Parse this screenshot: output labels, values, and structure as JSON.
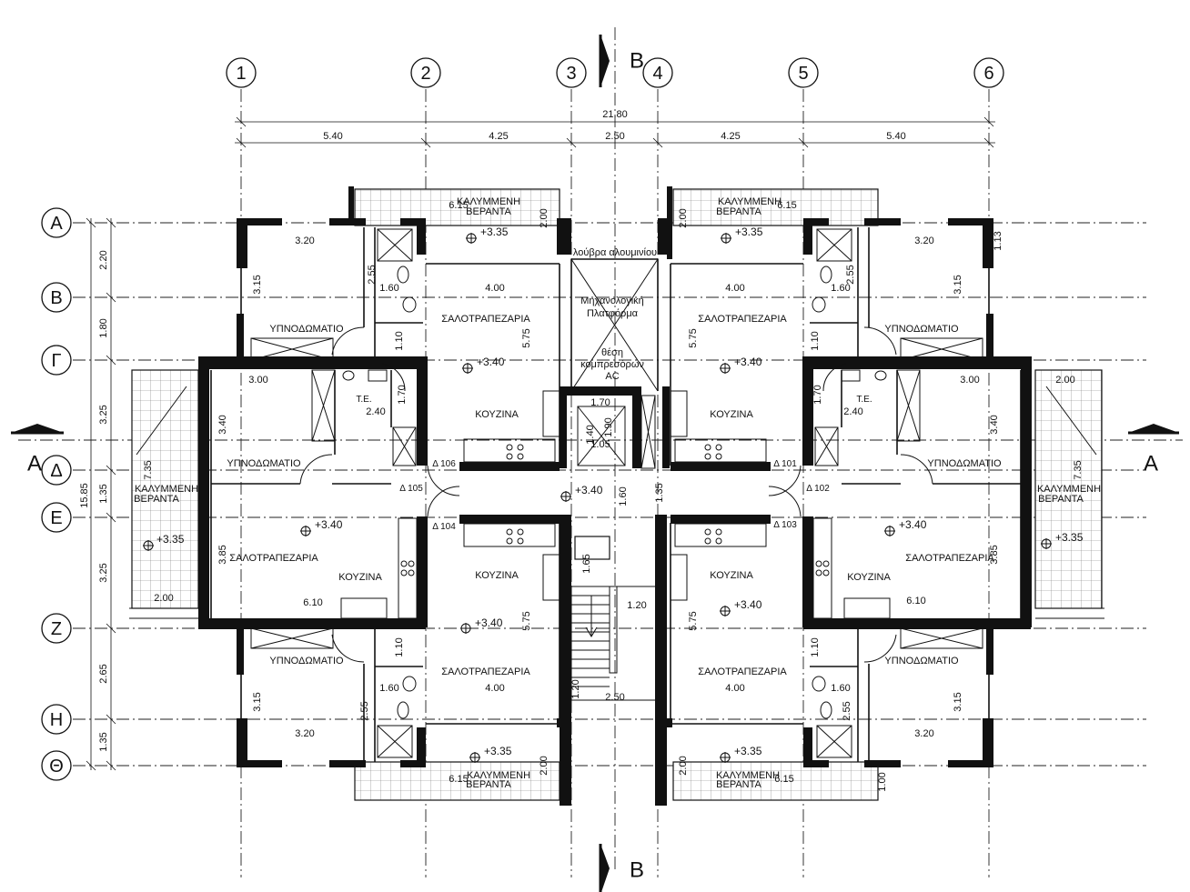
{
  "drawing": {
    "section_mark": "A",
    "section_mark_b": "B",
    "axes_vertical": [
      "1",
      "2",
      "3",
      "4",
      "5",
      "6"
    ],
    "axes_horizontal": [
      "Α",
      "Β",
      "Γ",
      "Δ",
      "Ε",
      "Ζ",
      "Η",
      "Θ"
    ],
    "dims_top": {
      "total": "21.80",
      "segments": [
        "5.40",
        "4.25",
        "2.50",
        "4.25",
        "5.40"
      ]
    },
    "dims_left": {
      "total": "15.85",
      "segments": [
        "2.20",
        "1.80",
        "3.25",
        "1.35",
        "3.25",
        "2.65",
        "1.35"
      ]
    },
    "rooms": {
      "veranda": "ΚΑΛΥΜΜΕΝΗ ΒΕΡΑΝΤΑ",
      "veranda_line1": "ΚΑΛΥΜΜΕΝΗ",
      "veranda_line2": "ΒΕΡΑΝΤΑ",
      "bedroom": "ΥΠΝΟΔΩΜΑΤΙΟ",
      "living": "ΣΑΛΟΤΡΑΠΕΖΑΡΙΑ",
      "kitchen": "ΚΟΥΖΙΝΑ",
      "louvre": "λούβρα αλουμινίου",
      "mech_line1": "Μηχανολογική",
      "mech_line2": "Πλατφόρμα",
      "comp_line1": "θέση",
      "comp_line2": "κομπρεσόρων",
      "comp_line3": "AC",
      "te": "T.E."
    },
    "levels": {
      "veranda": "+3.35",
      "floor": "+3.40"
    },
    "doors": [
      "Δ 106",
      "Δ 105",
      "Δ 104",
      "Δ 101",
      "Δ 102",
      "Δ 103"
    ],
    "inner_dims": {
      "d320": "3.20",
      "d315": "3.15",
      "d255": "2.55",
      "d160": "1.60",
      "d110": "1.10",
      "d400": "4.00",
      "d575": "5.75",
      "d300": "3.00",
      "d340": "3.40",
      "d240": "2.40",
      "d170": "1.70",
      "d735": "7.35",
      "d385": "3.85",
      "d610": "6.10",
      "d200": "2.00",
      "d615": "6.15",
      "d113": "1.13",
      "d100": "1.00",
      "d120": "1.20",
      "d250": "2.50",
      "d135": "1.35",
      "d140": "1.40",
      "d190": "1.90",
      "d105": "1.05",
      "d165": "1.65"
    }
  }
}
